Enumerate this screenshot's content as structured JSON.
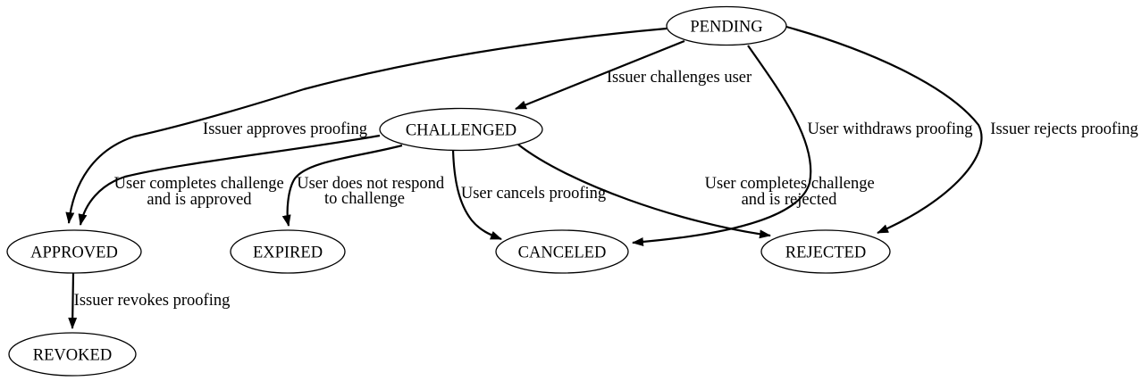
{
  "diagram": {
    "background_color": "#ffffff",
    "line_color": "#000000",
    "nodes": {
      "pending": {
        "label": "PENDING"
      },
      "challenged": {
        "label": "CHALLENGED"
      },
      "approved": {
        "label": "APPROVED"
      },
      "expired": {
        "label": "EXPIRED"
      },
      "canceled": {
        "label": "CANCELED"
      },
      "rejected": {
        "label": "REJECTED"
      },
      "revoked": {
        "label": "REVOKED"
      }
    },
    "edges": [
      {
        "from": "PENDING",
        "to": "CHALLENGED",
        "label": "Issuer challenges user"
      },
      {
        "from": "PENDING",
        "to": "APPROVED",
        "label": "Issuer approves proofing"
      },
      {
        "from": "PENDING",
        "to": "CANCELED",
        "label": "User withdraws proofing"
      },
      {
        "from": "PENDING",
        "to": "REJECTED",
        "label": "Issuer rejects proofing"
      },
      {
        "from": "CHALLENGED",
        "to": "APPROVED",
        "label": "User completes challenge and is approved",
        "lines": [
          "User completes challenge",
          "and is approved"
        ]
      },
      {
        "from": "CHALLENGED",
        "to": "EXPIRED",
        "label": "User does not respond to challenge",
        "lines": [
          "User does not respond",
          "to challenge"
        ]
      },
      {
        "from": "CHALLENGED",
        "to": "CANCELED",
        "label": "User cancels proofing"
      },
      {
        "from": "CHALLENGED",
        "to": "REJECTED",
        "label": "User completes challenge and is rejected",
        "lines": [
          "User completes challenge",
          "and is rejected"
        ]
      },
      {
        "from": "APPROVED",
        "to": "REVOKED",
        "label": "Issuer revokes proofing"
      }
    ]
  }
}
